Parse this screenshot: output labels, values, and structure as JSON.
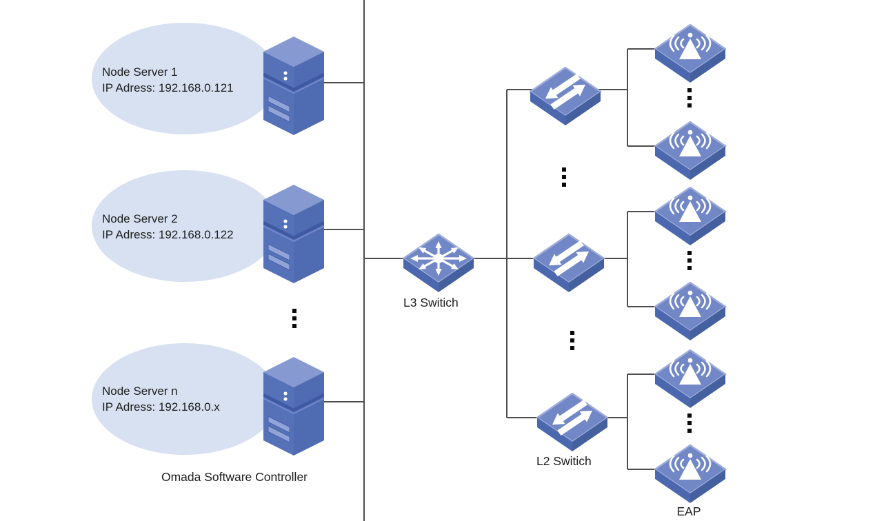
{
  "diagram": {
    "node_servers": [
      {
        "name": "Node Server 1",
        "ip": "IP Adress: 192.168.0.121"
      },
      {
        "name": "Node Server 2",
        "ip": "IP Adress: 192.168.0.122"
      },
      {
        "name": "Node Server n",
        "ip": "IP Adress: 192.168.0.x"
      }
    ],
    "labels": {
      "controller": "Omada Software Controller",
      "l3_switch": "L3 Switich",
      "l2_switch": "L2 Switich",
      "eap": "EAP"
    },
    "icons": [
      "server-tower-icon",
      "l3-switch-icon",
      "l2-switch-icon",
      "wireless-eap-icon",
      "ellipsis-dots"
    ],
    "colors": {
      "ellipse_fill": "#d7e1f1",
      "wire": "#4d4d4d",
      "device_top": "#7187c6",
      "device_top_rim": "#9fadda",
      "device_side_left": "#4b67ae",
      "device_side_right": "#44609f",
      "server_front": "#5571b8",
      "server_right": "#4f6cb3",
      "server_top": "#8799d1",
      "server_slat": "#92a4d7",
      "text": "#1d1d1d"
    }
  }
}
